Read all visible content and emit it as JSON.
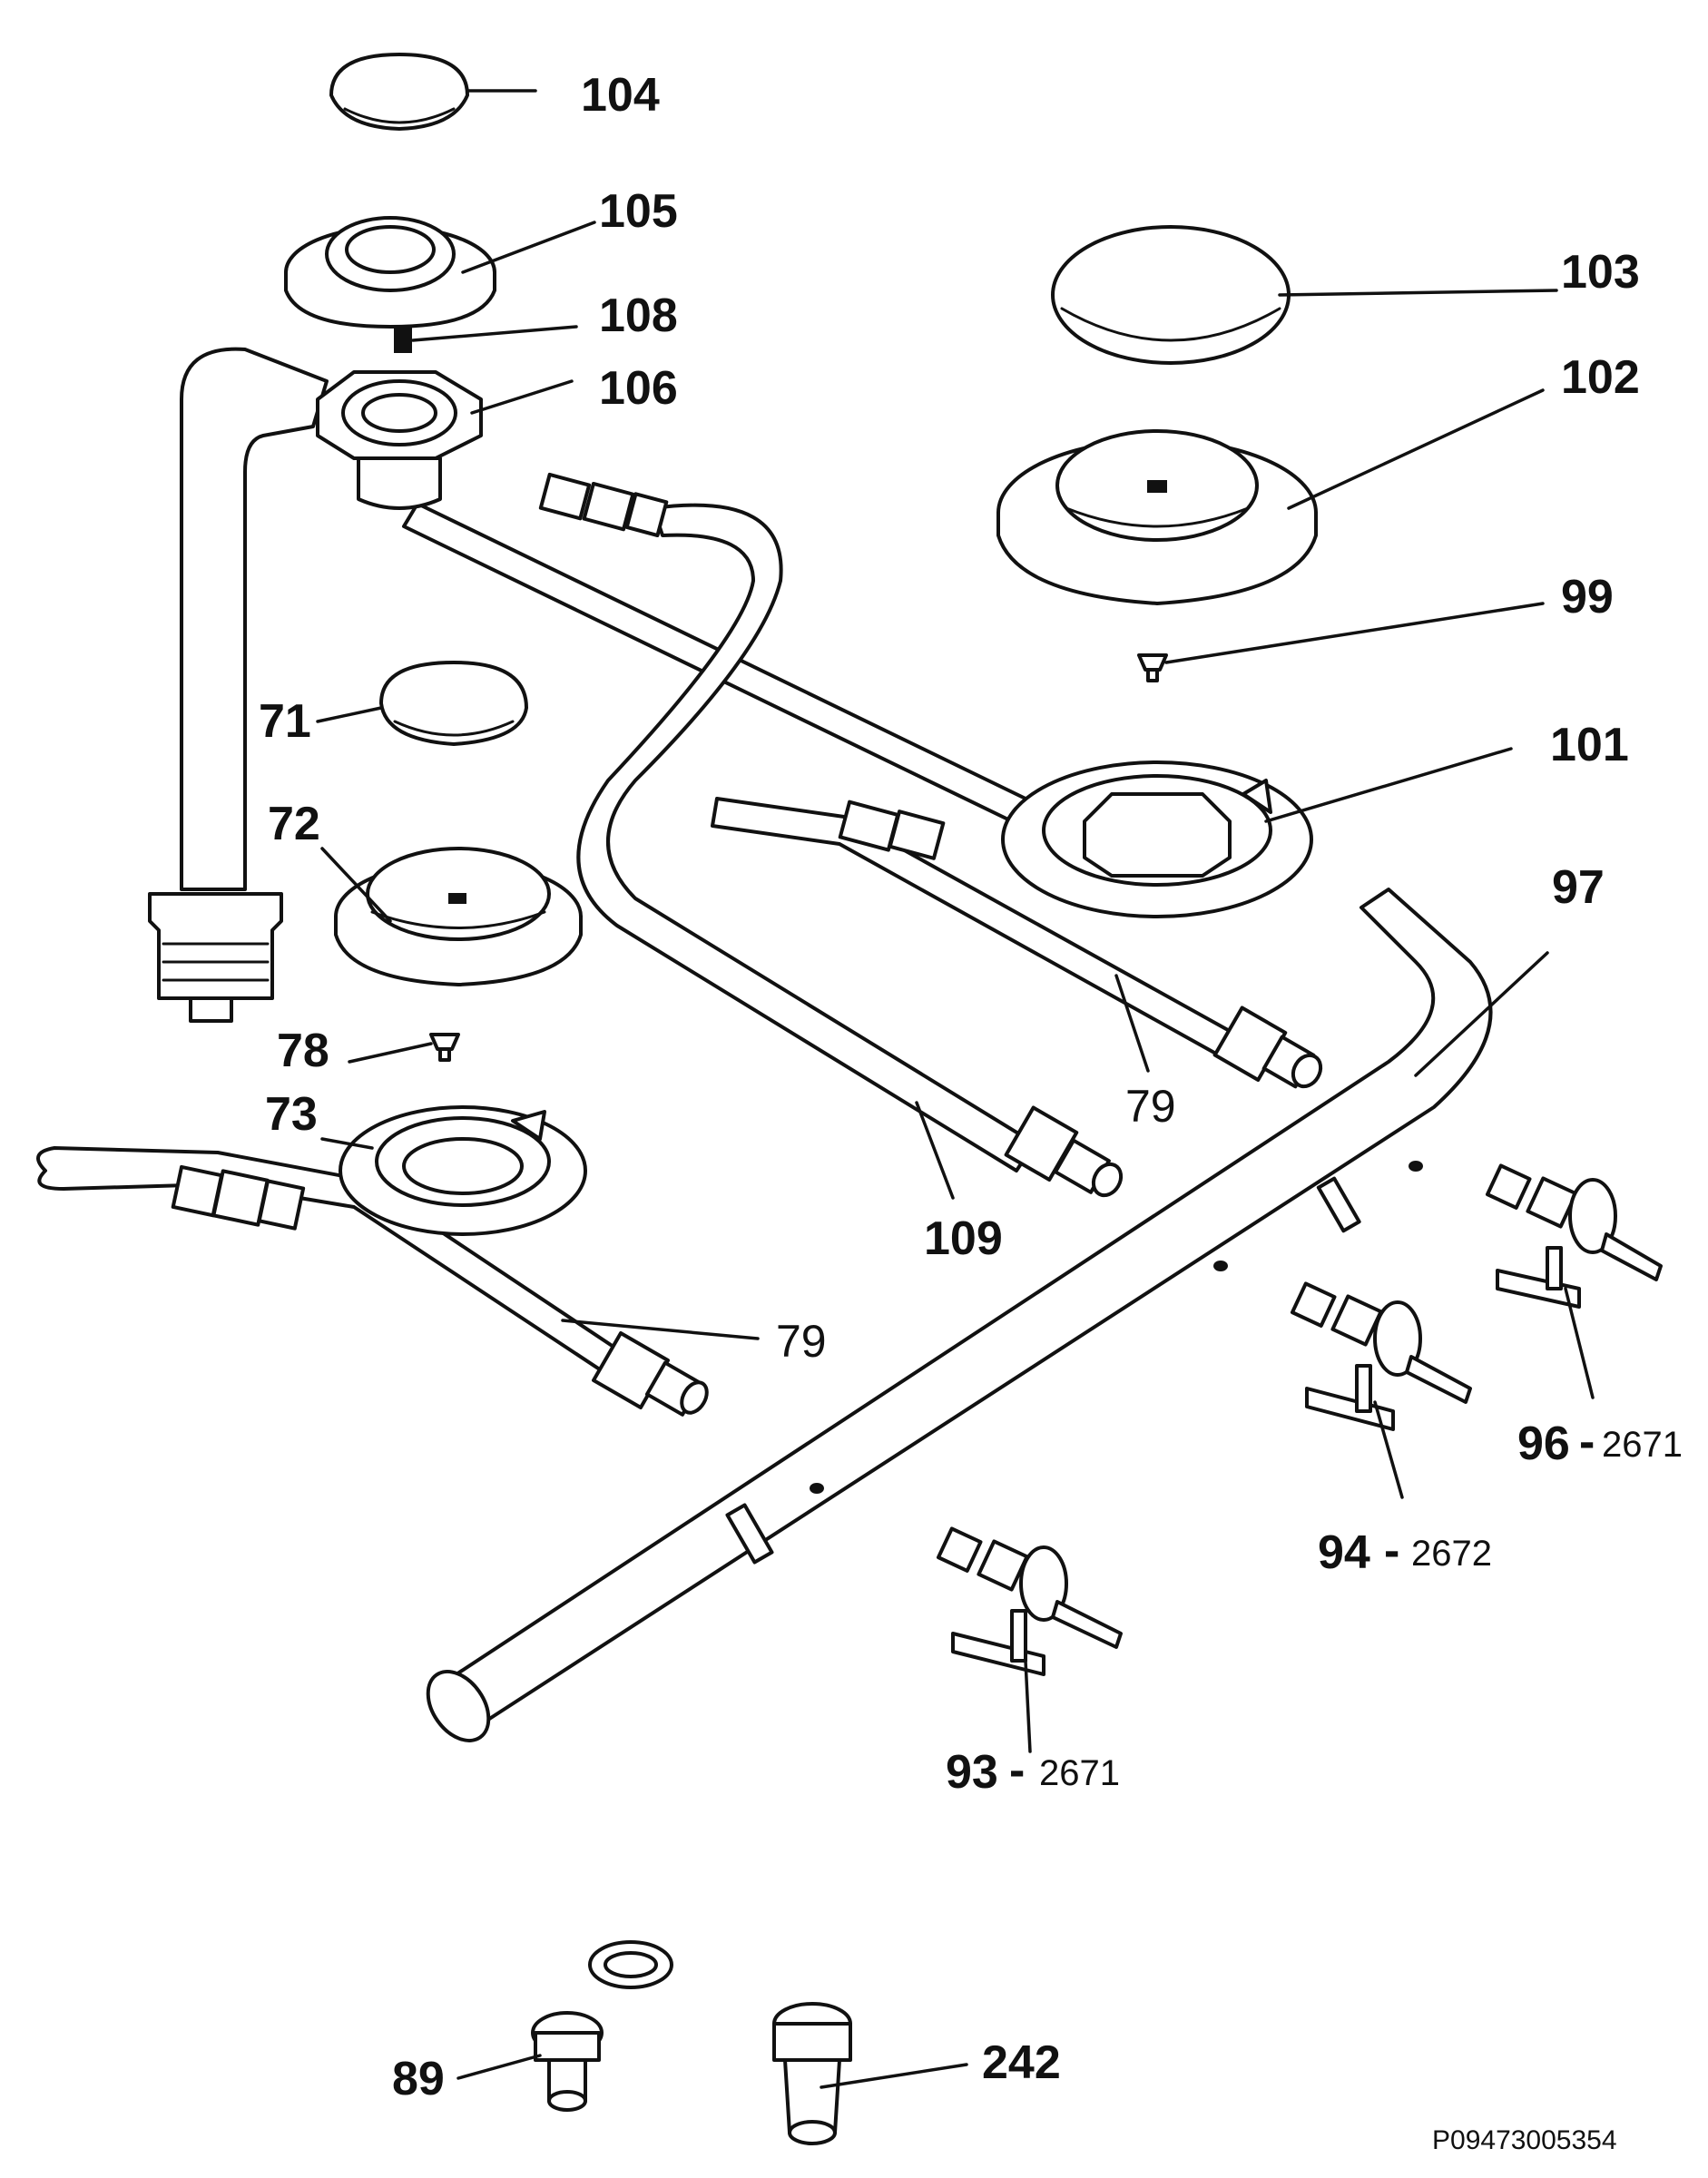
{
  "labels": {
    "p104": "104",
    "p105": "105",
    "p108": "108",
    "p106": "106",
    "p103": "103",
    "p102": "102",
    "p99": "99",
    "p71": "71",
    "p101": "101",
    "p72": "72",
    "p97": "97",
    "p78": "78",
    "p79a": "79",
    "p73": "73",
    "p109": "109",
    "p79b": "79",
    "p96": "96",
    "p96_suffix": "2671",
    "p94": "94",
    "p94_suffix": "2672",
    "p93": "93",
    "p93_suffix": "2671",
    "p89": "89",
    "p242": "242"
  },
  "dash": "-",
  "document_id": "P09473005354"
}
